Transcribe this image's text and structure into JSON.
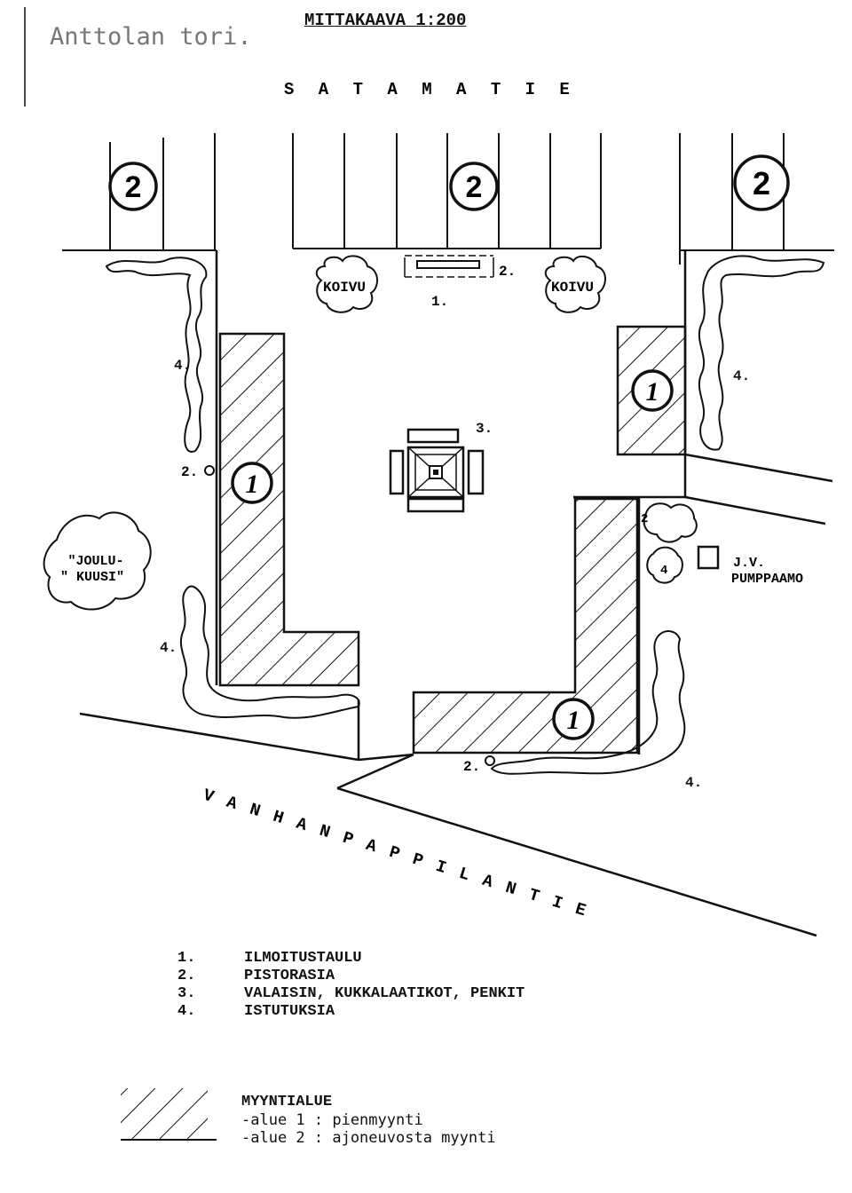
{
  "header": {
    "title": "Anttolan tori.",
    "scale": "MITTAKAAVA 1:200"
  },
  "map": {
    "roads": {
      "north": "SATAMATIE",
      "south": "VANHANPAPPILANTIE"
    },
    "places": {
      "koivu_left": "KOIVU",
      "koivu_right": "KOIVU",
      "christmas_tree_line1": "\"JOULU-",
      "christmas_tree_line2": "\" KUUSI\"",
      "pump_line1": "J.V.",
      "pump_line2": "PUMPPAAMO"
    },
    "markers": {
      "zone2": "2",
      "zone1": "1",
      "item1": "1.",
      "item2": "2.",
      "item3": "3.",
      "item4": "4.",
      "small2": "2",
      "small4": "4"
    }
  },
  "legend": {
    "items": [
      {
        "num": "1.",
        "label": "ILMOITUSTAULU"
      },
      {
        "num": "2.",
        "label": "PISTORASIA"
      },
      {
        "num": "3.",
        "label": "VALAISIN, KUKKALAATIKOT, PENKIT"
      },
      {
        "num": "4.",
        "label": "ISTUTUKSIA"
      }
    ]
  },
  "key": {
    "heading": "MYYNTIALUE",
    "area1": "-alue 1 : pienmyynti",
    "area2": "-alue 2 : ajoneuvosta myynti"
  }
}
